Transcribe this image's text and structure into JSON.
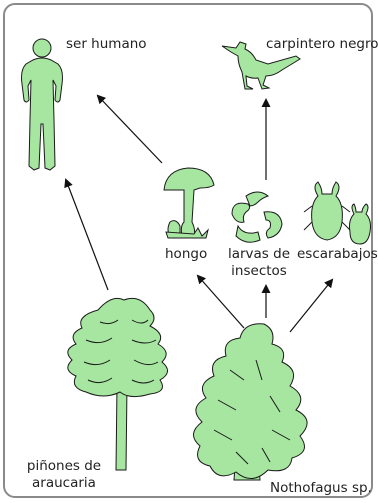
{
  "colors": {
    "organism_fill": "#a6e6a0",
    "outline": "#1a1a1a",
    "arrow": "#111111",
    "frame": "#8a8a8a"
  },
  "nodes": {
    "human": {
      "label": "ser humano"
    },
    "woodpecker": {
      "label": "carpintero negro"
    },
    "fungus": {
      "label": "hongo"
    },
    "larvae": {
      "label_line1": "larvas de",
      "label_line2": "insectos"
    },
    "beetles": {
      "label": "escarabajos"
    },
    "araucaria": {
      "label_line1": "piñones de",
      "label_line2": "araucaria"
    },
    "nothofagus": {
      "label": "Nothofagus sp."
    }
  },
  "links": [
    {
      "from": "araucaria",
      "to": "human"
    },
    {
      "from": "fungus",
      "to": "human"
    },
    {
      "from": "larvae",
      "to": "woodpecker"
    },
    {
      "from": "nothofagus",
      "to": "fungus"
    },
    {
      "from": "nothofagus",
      "to": "larvae"
    },
    {
      "from": "nothofagus",
      "to": "beetles"
    }
  ]
}
